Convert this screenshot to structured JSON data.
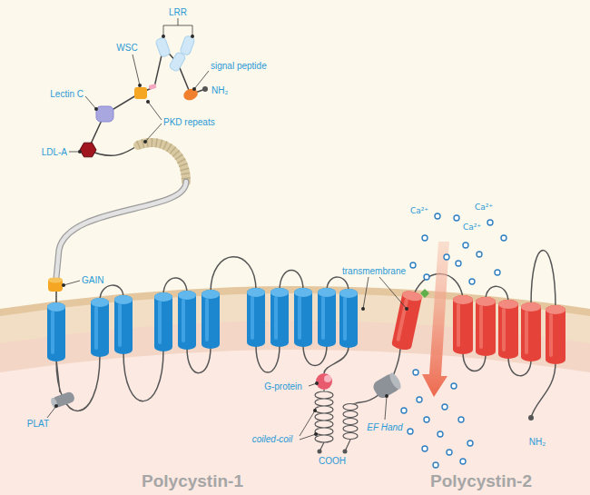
{
  "diagram": {
    "labels": [
      "LRR",
      "WSC",
      "signal peptide",
      "NH₂",
      "Lectin C",
      "PKD repeats",
      "LDL-A",
      "Ca²⁺",
      "Ca²⁺",
      "Ca²⁺",
      "GAIN",
      "transmembrane",
      "PLAT",
      "G-protein",
      "EF Hand",
      "coiled-coil",
      "COOH",
      "NH₂",
      "Polycystin-1",
      "Polycystin-2"
    ]
  }
}
